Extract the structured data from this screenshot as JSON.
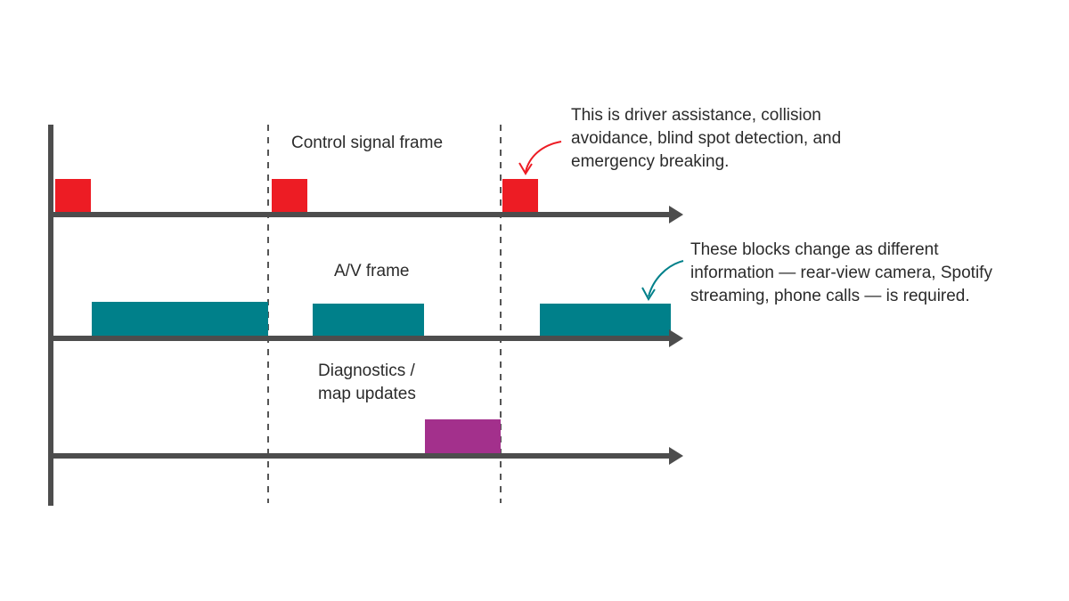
{
  "rows": [
    {
      "label_lines": [
        "Control signal frame"
      ],
      "color": "#ed1c24"
    },
    {
      "label_lines": [
        "A/V frame"
      ],
      "color": "#00808a"
    },
    {
      "label_lines": [
        "Diagnostics /",
        "map updates"
      ],
      "color": "#a3308c"
    }
  ],
  "annotations": {
    "control": {
      "lines": [
        "This is driver assistance, collision",
        "avoidance, blind spot detection, and",
        "emergency breaking."
      ],
      "arrow_color": "#ed1c24"
    },
    "av": {
      "lines": [
        "These blocks change as different",
        "information — rear-view camera, Spotify",
        "streaming, phone calls — is required."
      ],
      "arrow_color": "#00808a"
    }
  },
  "colors": {
    "axis": "#4d4d4d",
    "divider": "#555555",
    "text": "#2b2b2b"
  }
}
